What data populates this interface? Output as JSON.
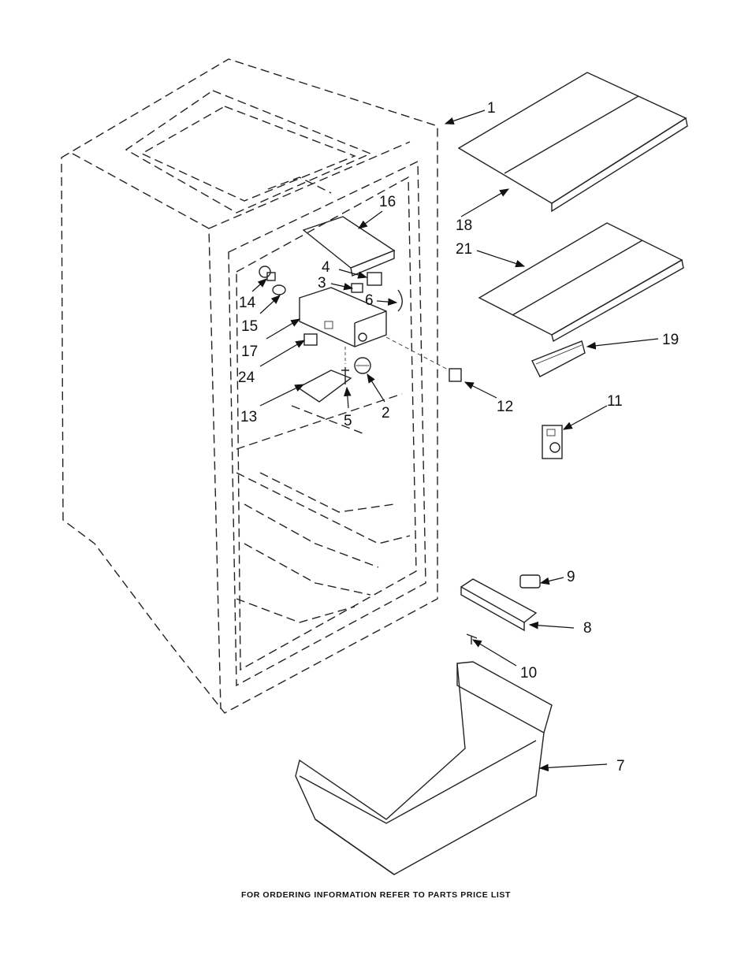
{
  "footer_text": "FOR ORDERING INFORMATION REFER TO PARTS PRICE LIST",
  "callouts": [
    {
      "id": "c1",
      "label": "1"
    },
    {
      "id": "c2",
      "label": "2"
    },
    {
      "id": "c3",
      "label": "3"
    },
    {
      "id": "c4",
      "label": "4"
    },
    {
      "id": "c5",
      "label": "5"
    },
    {
      "id": "c6",
      "label": "6"
    },
    {
      "id": "c7",
      "label": "7"
    },
    {
      "id": "c8",
      "label": "8"
    },
    {
      "id": "c9",
      "label": "9"
    },
    {
      "id": "c10",
      "label": "10"
    },
    {
      "id": "c11",
      "label": "11"
    },
    {
      "id": "c12",
      "label": "12"
    },
    {
      "id": "c13",
      "label": "13"
    },
    {
      "id": "c14",
      "label": "14"
    },
    {
      "id": "c15",
      "label": "15"
    },
    {
      "id": "c16",
      "label": "16"
    },
    {
      "id": "c17",
      "label": "17"
    },
    {
      "id": "c18",
      "label": "18"
    },
    {
      "id": "c19",
      "label": "19"
    },
    {
      "id": "c21",
      "label": "21"
    },
    {
      "id": "c24",
      "label": "24"
    }
  ]
}
